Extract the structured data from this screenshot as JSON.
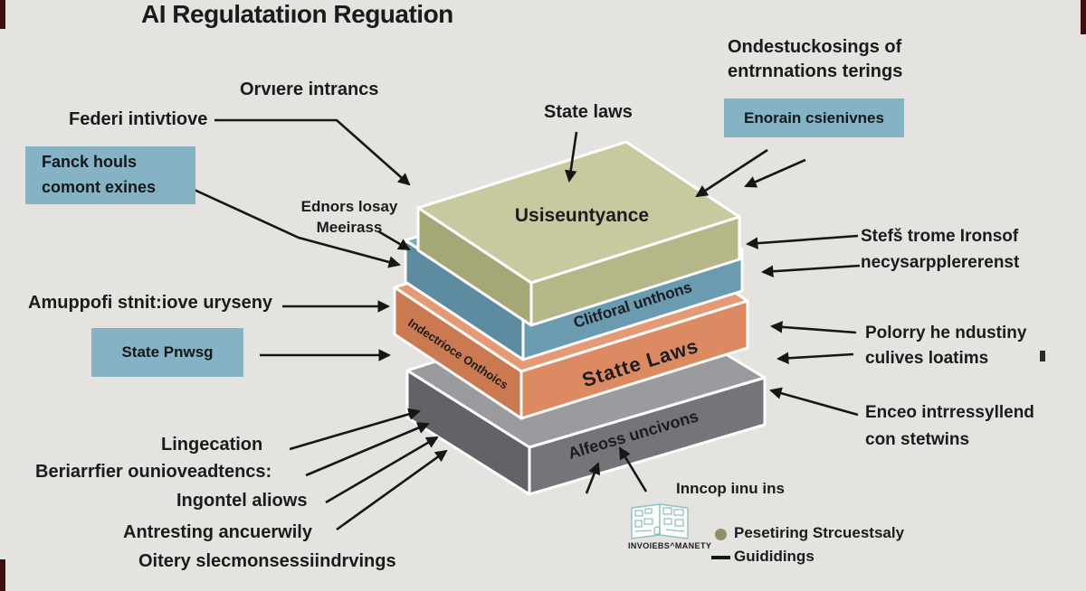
{
  "title": "AI Regulatatiıon Reguation",
  "colors": {
    "background": "#e4e3e0",
    "accent_box": "#85b2c4",
    "arrow": "#161616",
    "green_top": "#c7c99e",
    "green_front": "#b5b788",
    "green_left": "#a5a776",
    "blue_top": "#7fa9bd",
    "blue_front": "#6b9bb1",
    "blue_left": "#5d8ba0",
    "orange_top": "#e49a75",
    "orange_front": "#db8a61",
    "orange_left": "#ca7950",
    "gray_top": "#9b9b9f",
    "gray_front": "#757579",
    "gray_left": "#636367",
    "legend_dot": "#8f8f66",
    "icon_stroke": "#8fc0c0",
    "edge_mark_red": "#3d0e0e",
    "edge_mark_dark": "#2b2b2b"
  },
  "stack": {
    "layer1_top_label": "Usiseuntyance",
    "layer2_front_label": "Clitforal unthons",
    "layer3_front_label": "Statte Laws",
    "layer3_side_label": "Indectrioce Onthoics",
    "layer4_front_label": "Alfeoss uncivons"
  },
  "labels": {
    "orviere": "Orvıere intrancs",
    "federi": "Federi intivtiove",
    "fanck_line1": "Fanck houls",
    "fanck_line2": "comont exines",
    "ednors_line1": "Ednors losay",
    "ednors_line2": "Meeirass",
    "state_laws_top": "State laws",
    "ondestuck_line1": "Ondestuckosings of",
    "ondestuck_line2": "entrnnations terings",
    "enorain": "Enorain csienivnes",
    "stefs_line1": "Stefš trome Ironsof",
    "stefs_line2": "necysarpplererenst",
    "polorry_line1": "Polorry he ndustiny",
    "polorry_line2": "culives loatims",
    "enceo_line1": "Enceo intrressyllend",
    "enceo_line2": "con stetwins",
    "amuppofi": "Amuppofi stnit:iove uryseny",
    "state_pnwsg": "State Pnwsg",
    "lingecation": "Lingecation",
    "beriarrfier": "Beriarrfier ounioveadtencs:",
    "ingontel": "Ingontel aliows",
    "antresting": "Antresting ancuerwily",
    "oitery": "Oitery slecmonsessiindrvings",
    "inncop": "Inncop iınu ins",
    "icon_caption": "INVOIEBS^MANETY"
  },
  "legend": {
    "item1": "Pesetiring Strcuestsaly",
    "item2": "Guididings"
  }
}
